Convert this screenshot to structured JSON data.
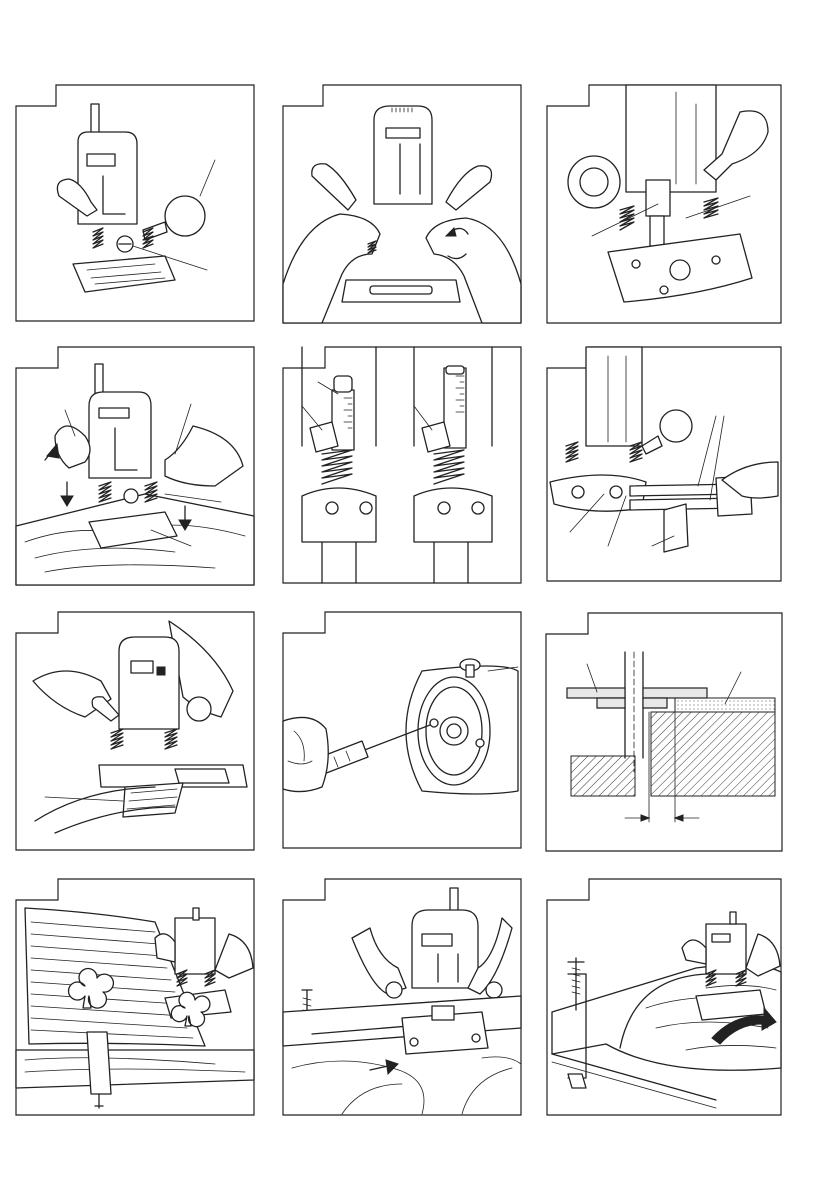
{
  "page": {
    "background": "#ffffff",
    "line_color": "#222222"
  },
  "figures": [
    {
      "id": "fig-1",
      "subject": "router-with-knob-and-lock-lever"
    },
    {
      "id": "fig-2",
      "subject": "two-hands-setting-depth-stop"
    },
    {
      "id": "fig-3",
      "subject": "router-base-close-up"
    },
    {
      "id": "fig-4",
      "subject": "plunging-router-on-wood-with-arrows"
    },
    {
      "id": "fig-5",
      "subject": "depth-scale-two-positions"
    },
    {
      "id": "fig-6",
      "subject": "straight-guide-attachment"
    },
    {
      "id": "fig-7",
      "subject": "hands-routing-with-guide"
    },
    {
      "id": "fig-8",
      "subject": "screwdriver-on-base-plate"
    },
    {
      "id": "fig-9",
      "subject": "templet-guide-cross-section"
    },
    {
      "id": "fig-10",
      "subject": "routing-club-pattern-with-templet"
    },
    {
      "id": "fig-11",
      "subject": "routing-along-straight-edge"
    },
    {
      "id": "fig-12",
      "subject": "routing-clamped-workpiece-with-arrow"
    }
  ]
}
